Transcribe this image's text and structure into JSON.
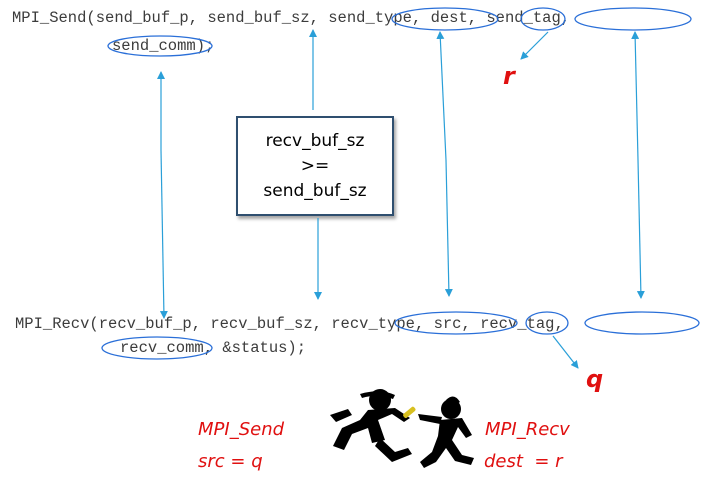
{
  "send_call": {
    "line1": "MPI_Send(send_buf_p, send_buf_sz, send_type, dest, send_tag,",
    "line2": "send_comm);"
  },
  "recv_call": {
    "line1": "MPI_Recv(recv_buf_p, recv_buf_sz, recv_type, src, recv_tag,",
    "line2": "recv_comm, &status);"
  },
  "size_box": {
    "line1": "recv_buf_sz",
    "line2": ">=",
    "line3": "send_buf_sz"
  },
  "ranks": {
    "r": "r",
    "q": "q"
  },
  "send_label": {
    "name": "MPI_Send",
    "src": "src = q"
  },
  "recv_label": {
    "name": "MPI_Recv",
    "dest": "dest  = r"
  },
  "colors": {
    "arrow": "#2a9fd8",
    "highlight": "#e01010",
    "box_border": "#2f4f6f"
  },
  "icons": [
    "relay-runners-icon"
  ]
}
